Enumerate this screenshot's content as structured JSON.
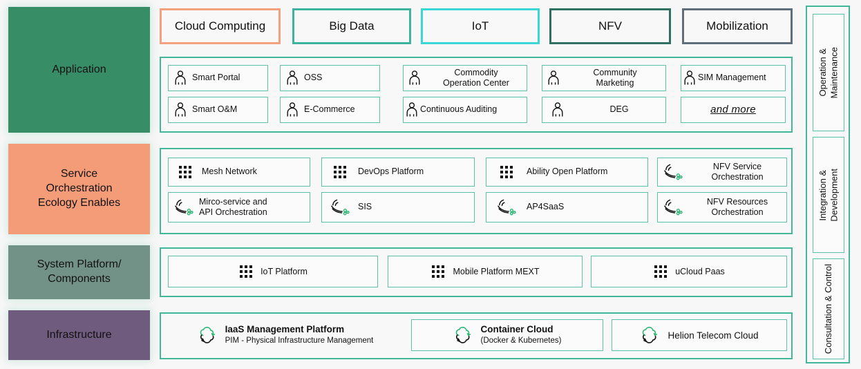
{
  "layers": [
    {
      "id": "application",
      "label": "Application"
    },
    {
      "id": "service-orchestration",
      "label": "Service\nOrchestration\nEcology Enables"
    },
    {
      "id": "system-platform",
      "label": "System Platform/\nComponents"
    },
    {
      "id": "infrastructure",
      "label": "Infrastructure"
    }
  ],
  "tags": [
    {
      "label": "Cloud Computing",
      "color": "#f2a07d"
    },
    {
      "label": "Big Data",
      "color": "#3db39e"
    },
    {
      "label": "IoT",
      "color": "#3bd6d6"
    },
    {
      "label": "NFV",
      "color": "#2f7160"
    },
    {
      "label": "Mobilization",
      "color": "#5f6e7b"
    }
  ],
  "application": {
    "items": [
      {
        "label": "Smart Portal",
        "icon": "person-icon",
        "align": "left"
      },
      {
        "label": "OSS",
        "icon": "person-icon",
        "align": "left"
      },
      {
        "label": "Commodity\nOperation Center",
        "icon": "person-icon",
        "align": "center"
      },
      {
        "label": "Community\nMarketing",
        "icon": "person-icon",
        "align": "center"
      },
      {
        "label": "SIM Management",
        "icon": "person-icon",
        "align": "center"
      },
      {
        "label": "Smart O&M",
        "icon": "person-icon",
        "align": "left"
      },
      {
        "label": "E-Commerce",
        "icon": "person-icon",
        "align": "left"
      },
      {
        "label": "Continuous Auditing",
        "icon": "person-icon",
        "align": "center"
      },
      {
        "label": "DEG",
        "icon": "person-icon",
        "align": "left"
      },
      {
        "label": "and more",
        "icon": "none",
        "align": "center"
      }
    ]
  },
  "service": {
    "items": [
      {
        "label": "Mesh Network",
        "icon": "grid-dots-icon"
      },
      {
        "label": "DevOps Platform",
        "icon": "grid-dots-icon"
      },
      {
        "label": "Ability Open Platform",
        "icon": "grid-dots-icon"
      },
      {
        "label": "NFV Service\nOrchestration",
        "icon": "swoosh-icon"
      },
      {
        "label": "Mirco-service and\nAPI Orchestration",
        "icon": "swoosh-icon"
      },
      {
        "label": "SIS",
        "icon": "swoosh-icon"
      },
      {
        "label": "AP4SaaS",
        "icon": "swoosh-icon"
      },
      {
        "label": "NFV Resources\nOrchestration",
        "icon": "swoosh-icon"
      }
    ]
  },
  "system": {
    "items": [
      {
        "label": "IoT Platform",
        "icon": "grid-dots-icon"
      },
      {
        "label": "Mobile Platform MEXT",
        "icon": "grid-dots-icon"
      },
      {
        "label": "uCloud Paas",
        "icon": "grid-dots-icon"
      }
    ]
  },
  "infrastructure": {
    "items": [
      {
        "title": "IaaS Management Platform",
        "subtitle": "PIM - Physical Infrastructure Management",
        "icon": "cloud-refresh-icon"
      },
      {
        "title": "Container Cloud",
        "subtitle": "(Docker & Kubernetes)",
        "icon": "cloud-refresh-icon"
      },
      {
        "title": "Helion Telecom Cloud",
        "subtitle": "",
        "icon": "cloud-refresh-icon"
      }
    ]
  },
  "rail": {
    "items": [
      {
        "label": "Operation &\nMaintenance"
      },
      {
        "label": "Integration &\nDevelopment"
      },
      {
        "label": "Consultation & Control"
      }
    ]
  },
  "colors": {
    "application_bg": "#378e66",
    "service_bg": "#f49c77",
    "system_bg": "#729187",
    "infrastructure_bg": "#6f5b7e",
    "accent_border": "#43b898",
    "cell_border": "#5cc2a7",
    "icon_green": "#2bb673",
    "page_bg": "#f7f7f7"
  }
}
